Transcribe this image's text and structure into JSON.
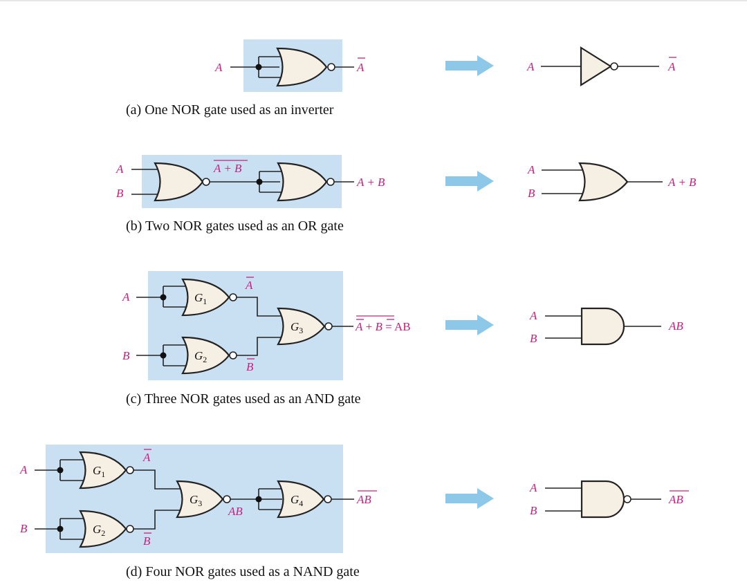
{
  "a": {
    "caption": "(a) One NOR gate used as an inverter",
    "in_a": "A",
    "out": "A",
    "eq_in_a": "A",
    "eq_out": "A"
  },
  "b": {
    "caption": "(b) Two NOR gates used as an OR gate",
    "in_a": "A",
    "in_b": "B",
    "mid": "A + B",
    "out": "A + B",
    "eq_in_a": "A",
    "eq_in_b": "B",
    "eq_out": "A + B"
  },
  "c": {
    "caption": "(c) Three NOR gates used as an AND gate",
    "in_a": "A",
    "in_b": "B",
    "g1": "G",
    "g1_sub": "1",
    "g2": "G",
    "g2_sub": "2",
    "g3": "G",
    "g3_sub": "3",
    "abar": "A",
    "bbar": "B",
    "out_a": "A",
    "out_plus": " + ",
    "out_b": "B",
    "out_eq": " = AB",
    "eq_in_a": "A",
    "eq_in_b": "B",
    "eq_out": "AB"
  },
  "d": {
    "caption": "(d) Four NOR gates used as a NAND gate",
    "in_a": "A",
    "in_b": "B",
    "g1": "G",
    "g1_sub": "1",
    "g2": "G",
    "g2_sub": "2",
    "g3": "G",
    "g3_sub": "3",
    "g4": "G",
    "g4_sub": "4",
    "abar": "A",
    "bbar": "B",
    "mid": "AB",
    "out": "AB",
    "eq_in_a": "A",
    "eq_in_b": "B",
    "eq_out": "AB"
  },
  "colors": {
    "panel": "#c9e0f3",
    "arrow": "#8ec8e8",
    "label_accent": "#c8207e",
    "gate_fill": "#f6efe4"
  }
}
